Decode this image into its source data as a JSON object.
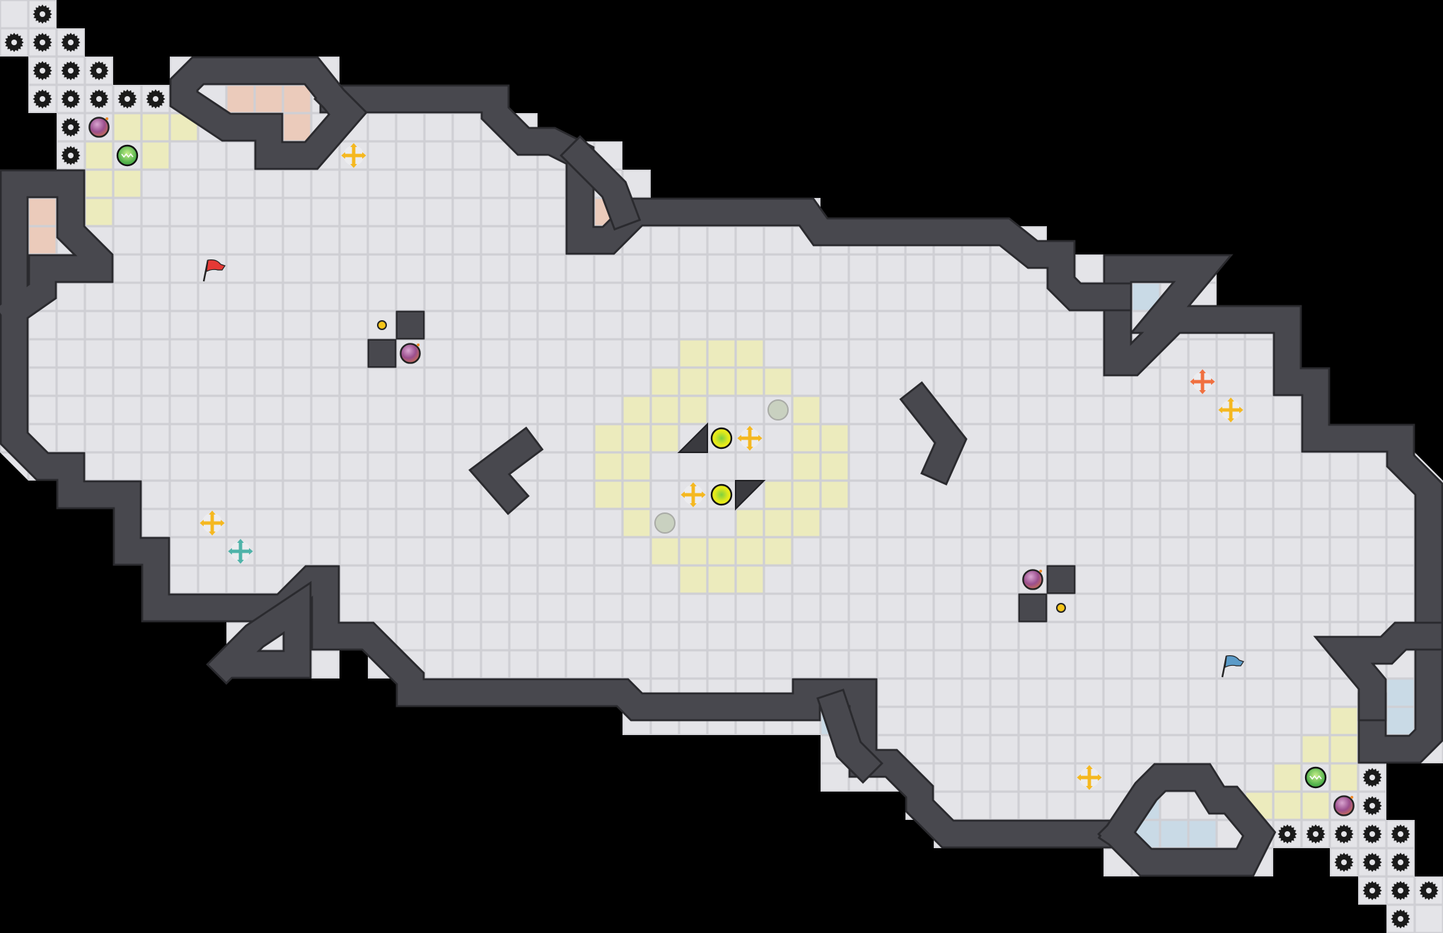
{
  "game": {
    "entity_types": [
      {
        "type": "gear",
        "icon": "gear-icon",
        "color": "#1a1a1a"
      },
      {
        "type": "bomb",
        "icon": "bomb-icon",
        "color": "#9b4f8e"
      },
      {
        "type": "green-orb",
        "icon": "green-orb-icon",
        "color": "#7ac943"
      },
      {
        "type": "target-ball",
        "icon": "target-ball-icon",
        "color": "#e6e619"
      },
      {
        "type": "gray-socket",
        "icon": "socket-icon",
        "color": "#c9d1c0"
      },
      {
        "type": "yellow-cross",
        "icon": "move-cross-icon",
        "color": "#f5b820"
      },
      {
        "type": "teal-cross",
        "icon": "move-cross-icon",
        "color": "#4fb3a9"
      },
      {
        "type": "orange-cross",
        "icon": "move-cross-icon",
        "color": "#f07040"
      },
      {
        "type": "coin",
        "icon": "coin-icon",
        "color": "#f5c518"
      },
      {
        "type": "block",
        "icon": "block-icon",
        "color": "#48484e"
      },
      {
        "type": "red-flag",
        "icon": "flag-icon",
        "color": "#e53935"
      },
      {
        "type": "blue-flag",
        "icon": "flag-icon",
        "color": "#5b9bc8"
      }
    ],
    "palette": {
      "floor": "#e4e4e8",
      "floor_line": "#cfcfd4",
      "wall": "#48484e",
      "wall_edge": "#2a2a2e",
      "zone_yellow": "#ecebbd",
      "zone_orange": "#ebcbbb",
      "zone_blue": "#c9dae6",
      "background": "#000000"
    }
  }
}
